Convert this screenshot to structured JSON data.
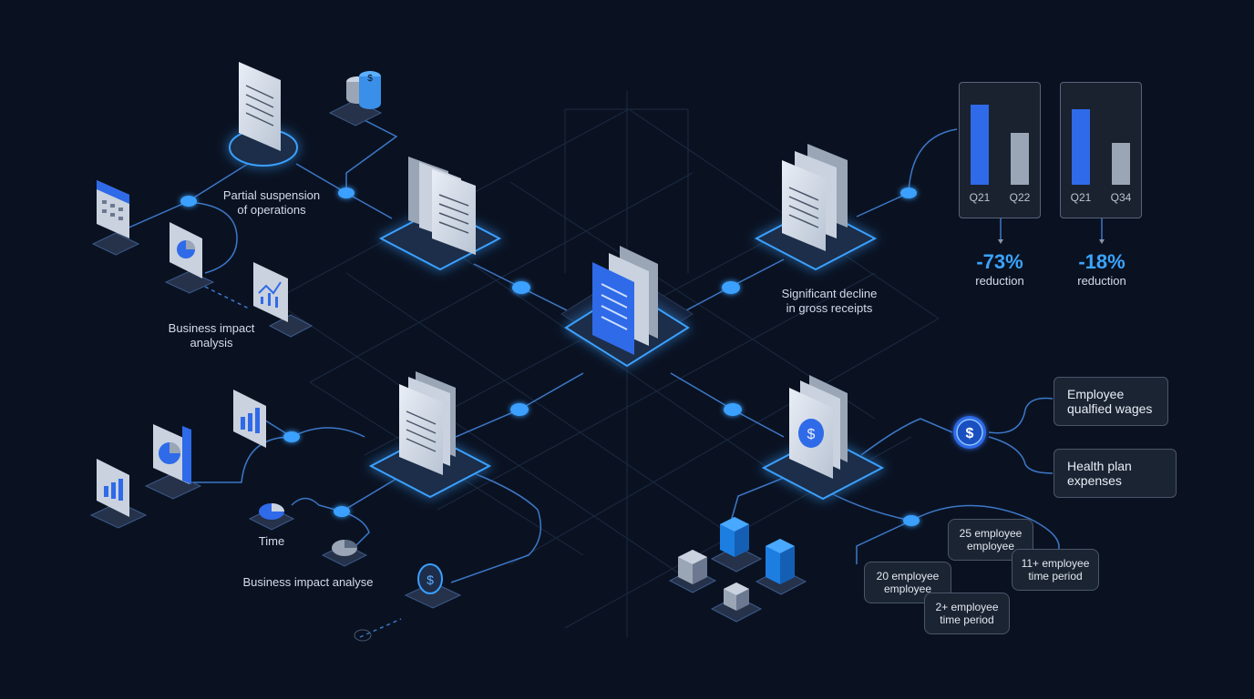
{
  "labels": {
    "partial_suspension": "Partial suspension\nof operations",
    "business_impact_analysis": "Business impact\nanalysis",
    "significant_decline": "Significant decline\nin gross receipts",
    "time": "Time",
    "business_impact_analyse": "Business impact analyse"
  },
  "chart_data": [
    {
      "type": "bar",
      "categories": [
        "Q21",
        "Q22"
      ],
      "values": [
        88,
        57
      ],
      "ylim": [
        0,
        100
      ],
      "summary_value": "-73%",
      "summary_label": "reduction"
    },
    {
      "type": "bar",
      "categories": [
        "Q21",
        "Q34"
      ],
      "values": [
        83,
        46
      ],
      "ylim": [
        0,
        100
      ],
      "summary_value": "-18%",
      "summary_label": "reduction"
    }
  ],
  "boxes": {
    "employee_wages": "Employee\nqualfied wages",
    "health_plan": "Health plan\nexpenses"
  },
  "pills": {
    "p25": "25 employee\nemployee",
    "p11": "11+ employee\ntime period",
    "p20": "20 employee\nemployee",
    "p2": "2+ employee\ntime period"
  },
  "colors": {
    "background": "#0a1222",
    "accent": "#2f7bff",
    "glow": "#3aa0ff",
    "bar_primary": "#2f6ae8",
    "bar_secondary": "#9aa6b6"
  }
}
